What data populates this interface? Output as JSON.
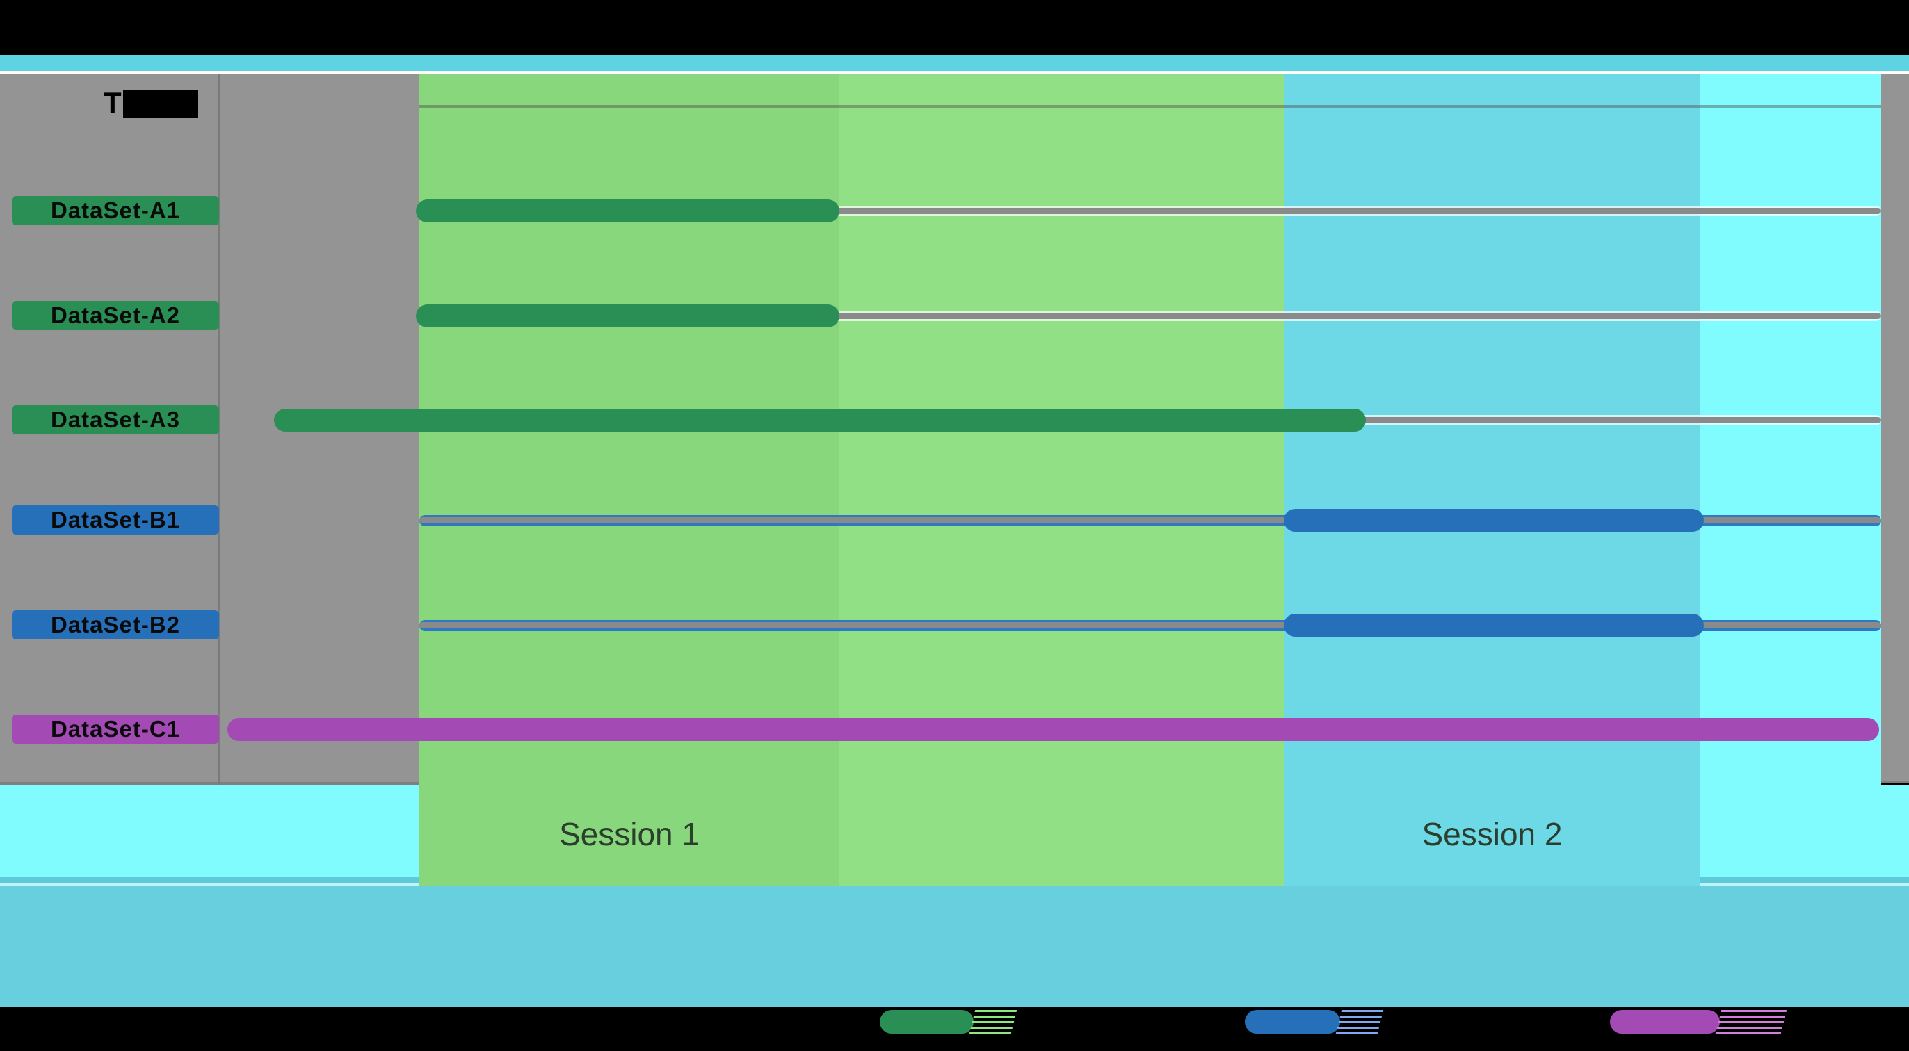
{
  "axis_header": {
    "visible_text": "T",
    "redacted": true
  },
  "rows": [
    {
      "label": "DataSet-A1",
      "series": "A",
      "color": "#298F54"
    },
    {
      "label": "DataSet-A2",
      "series": "A",
      "color": "#298F54"
    },
    {
      "label": "DataSet-A3",
      "series": "A",
      "color": "#298F54"
    },
    {
      "label": "DataSet-B1",
      "series": "B",
      "color": "#2670BA"
    },
    {
      "label": "DataSet-B2",
      "series": "B",
      "color": "#2670BA"
    },
    {
      "label": "DataSet-C1",
      "series": "C",
      "color": "#A34AB5"
    }
  ],
  "sessions": [
    {
      "label": "Session 1"
    },
    {
      "label": "Session 2"
    }
  ],
  "legend": [
    {
      "name": "series-A-swatch",
      "color": "#298F54",
      "streak_color": "#8DE97F",
      "label": ""
    },
    {
      "name": "series-B-swatch",
      "color": "#2670BA",
      "streak_color": "#7FA8F0",
      "label": ""
    },
    {
      "name": "series-C-swatch",
      "color": "#A34AB5",
      "streak_color": "#D27FD8",
      "label": ""
    }
  ],
  "colors": {
    "black": "#000000",
    "top_strip": "#5ED4E2",
    "white_line": "#FFFFFF",
    "gray_panel": "#949494",
    "gray_border": "#7F7F7F",
    "axis_line": "#7A7A7A",
    "green_panel_a": "#89D77D",
    "green_panel_b": "#92E085",
    "cyan_panel": "#6DD8E6",
    "pale_aqua": "#80FCFF",
    "pale_strip": "#5FC9D9",
    "pale_strip_line": "#B8F6FA",
    "bottom_band": "#68CFDE",
    "track_gray": "#8A8A8A",
    "track_halo_light": "rgba(255,255,255,0.72)",
    "track_halo_blue": "#2E78C4",
    "green_bar": "#298F54",
    "blue_bar": "#2670BA",
    "purple_bar": "#A34AB5",
    "session_text": "#2C3E2E"
  },
  "chart_data": {
    "type": "bar",
    "subtype": "gantt-timeline",
    "title": "",
    "x_axis": {
      "ticks_visible": false,
      "note": "no numeric ticks rendered; positions given as fraction of timeline width"
    },
    "grid": "horizontal gray track lines per row, one header gridline",
    "legend_position": "bottom, on black footer band; legend labels not legible (black on black)",
    "tasks": [
      {
        "label": "DataSet-A1",
        "series": "A",
        "color": "#298F54",
        "start_frac": 0.118,
        "end_frac": 0.373,
        "session": "Session 1"
      },
      {
        "label": "DataSet-A2",
        "series": "A",
        "color": "#298F54",
        "start_frac": 0.118,
        "end_frac": 0.373,
        "session": "Session 1"
      },
      {
        "label": "DataSet-A3",
        "series": "A",
        "color": "#298F54",
        "start_frac": 0.033,
        "end_frac": 0.69,
        "session": "Session 1 into Session 2"
      },
      {
        "label": "DataSet-B1",
        "series": "B",
        "color": "#2670BA",
        "start_frac": 0.641,
        "end_frac": 0.893,
        "session": "Session 2"
      },
      {
        "label": "DataSet-B2",
        "series": "B",
        "color": "#2670BA",
        "start_frac": 0.641,
        "end_frac": 0.893,
        "session": "Session 2"
      },
      {
        "label": "DataSet-C1",
        "series": "C",
        "color": "#A34AB5",
        "start_frac": 0.005,
        "end_frac": 0.998,
        "session": "spans both sessions"
      }
    ],
    "session_bands": [
      {
        "label": "Session 1",
        "color": "#89D77D",
        "start_frac": 0.12,
        "end_frac": 0.373
      },
      {
        "label": "",
        "color": "#92E085",
        "start_frac": 0.373,
        "end_frac": 0.641
      },
      {
        "label": "Session 2",
        "color": "#6DD8E6",
        "start_frac": 0.641,
        "end_frac": 0.891
      },
      {
        "label": "",
        "color": "#80FCFF",
        "start_frac": 0.891,
        "end_frac": 1.0
      }
    ]
  }
}
